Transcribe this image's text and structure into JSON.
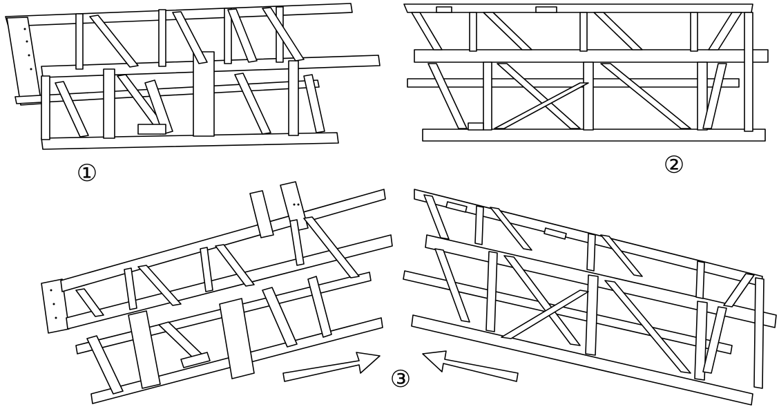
{
  "panels": [
    {
      "id": "1",
      "label": "①"
    },
    {
      "id": "2",
      "label": "②"
    },
    {
      "id": "3",
      "label": "③"
    }
  ],
  "arrows": [
    {
      "direction": "right",
      "icon": "arrow-right-icon"
    },
    {
      "direction": "left",
      "icon": "arrow-left-icon"
    }
  ],
  "colors": {
    "line": "#000000",
    "fill": "#ffffff"
  }
}
